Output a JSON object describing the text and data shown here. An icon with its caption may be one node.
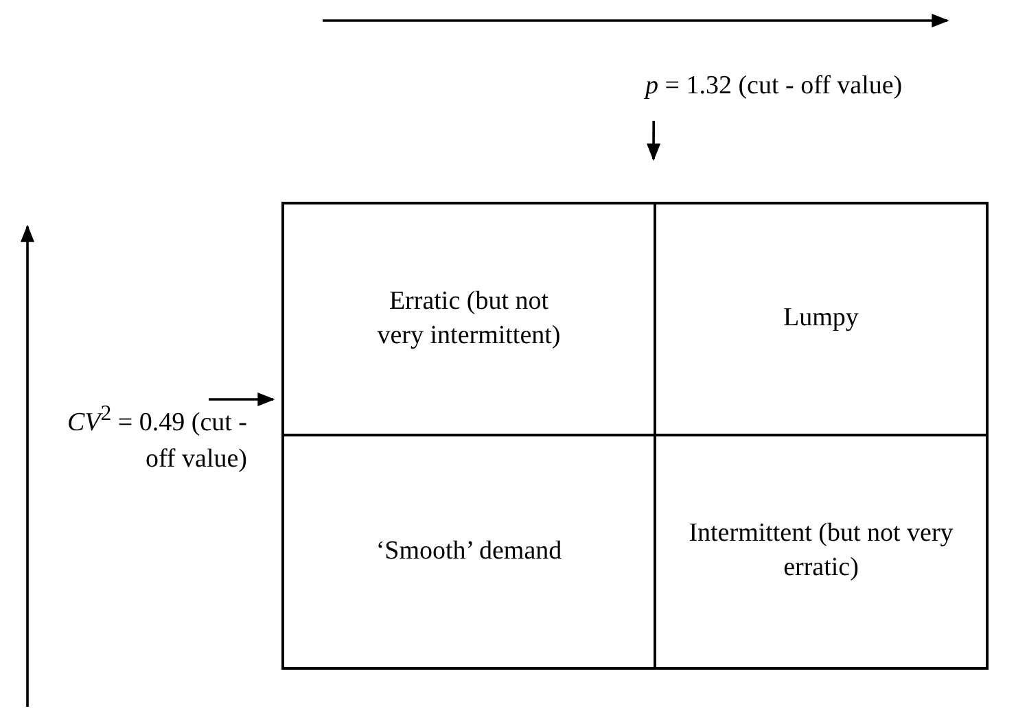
{
  "diagram": {
    "nodes": [
      {
        "text": [
          "Erratic (but not very intermittent)"
        ]
      },
      {
        "text": [
          "Lumpy"
        ]
      },
      {
        "text": [
          "‘Smooth’ demand"
        ]
      },
      {
        "text": [
          "Intermittent (but not very erratic)"
        ]
      },
      {
        "text": [
          "*p* = 1.32 (cut - off value)"
        ]
      },
      {
        "text": [
          "*CV*$^{2}$ = 0.49 (cut - off value)"
        ]
      }
    ],
    "edges": [
      {
        "from": 4,
        "to": null,
        "arrow": "to"
      },
      {
        "from": 5,
        "to": null,
        "arrow": "to"
      }
    ]
  }
}
